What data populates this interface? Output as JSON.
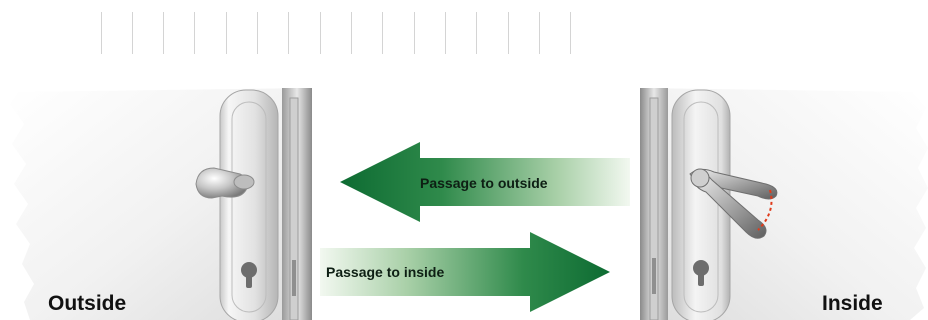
{
  "labels": {
    "outside": "Outside",
    "inside": "Inside",
    "passage_to_outside": "Passage to outside",
    "passage_to_inside": "Passage to inside"
  },
  "icons": {
    "outside_panel": "door-knob-outside-icon",
    "inside_panel": "door-lever-handle-inside-icon",
    "arrow_left": "arrow-left-icon",
    "arrow_right": "arrow-right-icon"
  },
  "colors": {
    "arrow_dark_green": "#0d6b32",
    "arrow_light_green": "#f2f8f0",
    "rotation_indicator": "#e03a1a"
  }
}
